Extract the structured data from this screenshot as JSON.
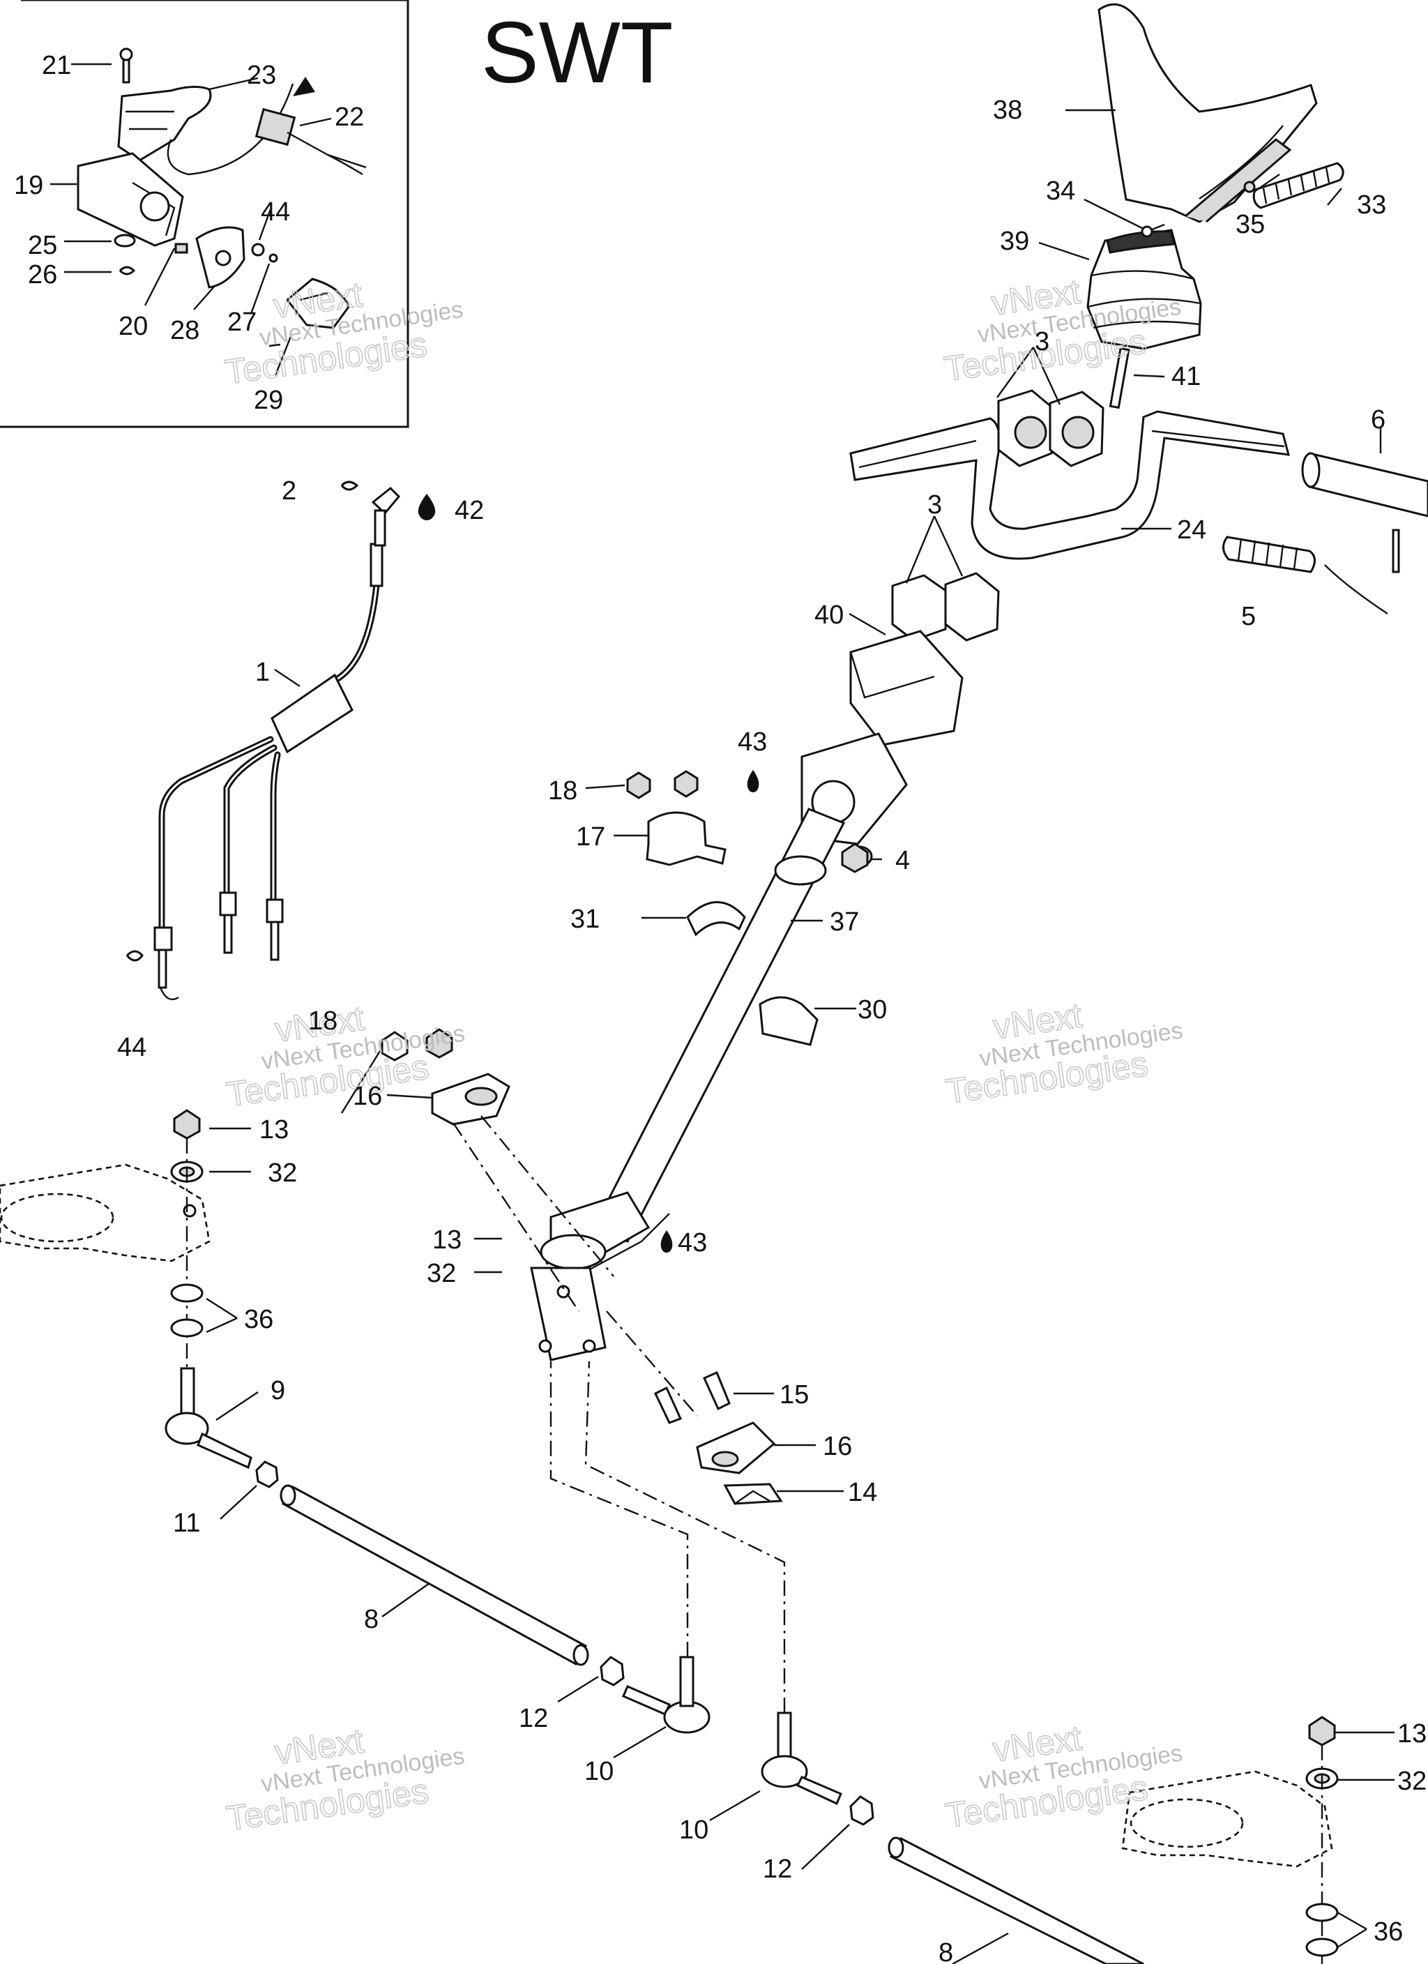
{
  "diagram": {
    "title": "SWT",
    "watermark": {
      "small": "vNext Technologies",
      "large": [
        "vNext",
        "Technologies"
      ]
    },
    "drop_icon": "oil-drop-icon",
    "callouts": [
      {
        "id": "c1",
        "label": "1"
      },
      {
        "id": "c2",
        "label": "2"
      },
      {
        "id": "c3a",
        "label": "3"
      },
      {
        "id": "c3b",
        "label": "3"
      },
      {
        "id": "c4",
        "label": "4"
      },
      {
        "id": "c5",
        "label": "5"
      },
      {
        "id": "c6",
        "label": "6"
      },
      {
        "id": "c8a",
        "label": "8"
      },
      {
        "id": "c8b",
        "label": "8"
      },
      {
        "id": "c9",
        "label": "9"
      },
      {
        "id": "c10a",
        "label": "10"
      },
      {
        "id": "c10b",
        "label": "10"
      },
      {
        "id": "c11",
        "label": "11"
      },
      {
        "id": "c12a",
        "label": "12"
      },
      {
        "id": "c12b",
        "label": "12"
      },
      {
        "id": "c13a",
        "label": "13"
      },
      {
        "id": "c13b",
        "label": "13"
      },
      {
        "id": "c13c",
        "label": "13"
      },
      {
        "id": "c14",
        "label": "14"
      },
      {
        "id": "c15",
        "label": "15"
      },
      {
        "id": "c16a",
        "label": "16"
      },
      {
        "id": "c16b",
        "label": "16"
      },
      {
        "id": "c17",
        "label": "17"
      },
      {
        "id": "c18a",
        "label": "18"
      },
      {
        "id": "c18b",
        "label": "18"
      },
      {
        "id": "c19",
        "label": "19"
      },
      {
        "id": "c20",
        "label": "20"
      },
      {
        "id": "c21",
        "label": "21"
      },
      {
        "id": "c22",
        "label": "22"
      },
      {
        "id": "c23",
        "label": "23"
      },
      {
        "id": "c24",
        "label": "24"
      },
      {
        "id": "c25",
        "label": "25"
      },
      {
        "id": "c26",
        "label": "26"
      },
      {
        "id": "c27",
        "label": "27"
      },
      {
        "id": "c28",
        "label": "28"
      },
      {
        "id": "c29",
        "label": "29"
      },
      {
        "id": "c30",
        "label": "30"
      },
      {
        "id": "c31",
        "label": "31"
      },
      {
        "id": "c32a",
        "label": "32"
      },
      {
        "id": "c32b",
        "label": "32"
      },
      {
        "id": "c32c",
        "label": "32"
      },
      {
        "id": "c33",
        "label": "33"
      },
      {
        "id": "c34",
        "label": "34"
      },
      {
        "id": "c35",
        "label": "35"
      },
      {
        "id": "c36a",
        "label": "36"
      },
      {
        "id": "c36b",
        "label": "36"
      },
      {
        "id": "c37",
        "label": "37"
      },
      {
        "id": "c38",
        "label": "38"
      },
      {
        "id": "c39",
        "label": "39"
      },
      {
        "id": "c40",
        "label": "40"
      },
      {
        "id": "c41",
        "label": "41"
      },
      {
        "id": "c42",
        "label": "42"
      },
      {
        "id": "c43a",
        "label": "43"
      },
      {
        "id": "c43b",
        "label": "43"
      },
      {
        "id": "c44a",
        "label": "44"
      },
      {
        "id": "c44b",
        "label": "44"
      }
    ]
  }
}
